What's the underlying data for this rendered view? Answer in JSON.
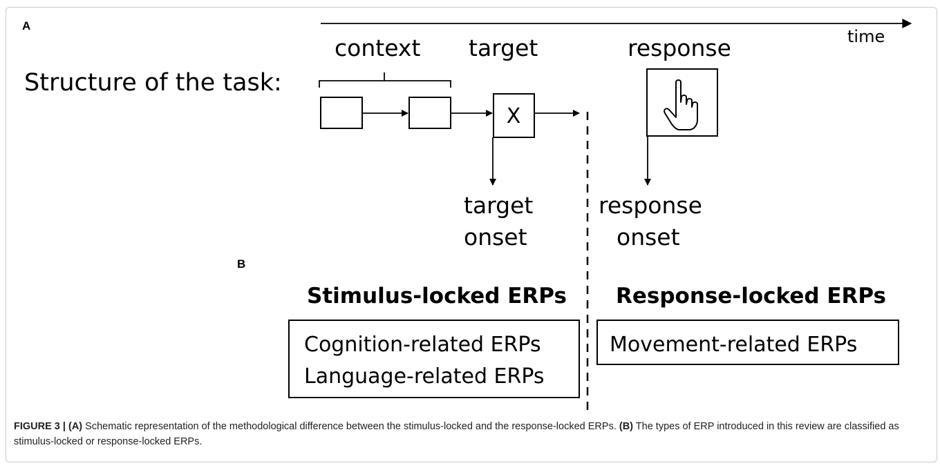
{
  "panel_a_letter": "A",
  "panel_b_letter": "B",
  "task_label": "Structure of the task:",
  "time_label": "time",
  "context_label": "context",
  "target_label": "target",
  "response_label": "response",
  "target_box_symbol": "X",
  "target_onset_line1": "target",
  "target_onset_line2": "onset",
  "response_onset_line1": "response",
  "response_onset_line2": "onset",
  "stimulus_heading": "Stimulus-locked ERPs",
  "response_heading": "Response-locked ERPs",
  "stimulus_items": [
    "Cognition-related ERPs",
    "Language-related ERPs"
  ],
  "response_items": [
    "Movement-related ERPs"
  ],
  "response_icon": "hand-pointer-icon",
  "caption": {
    "figure_label": "FIGURE 3 |",
    "part_a_tag": "(A)",
    "part_a_text": "Schematic representation of the methodological difference between the stimulus-locked and the response-locked ERPs.",
    "part_b_tag": "(B)",
    "part_b_text": "The types of ERP introduced in this review are classified as stimulus-locked or response-locked ERPs."
  }
}
